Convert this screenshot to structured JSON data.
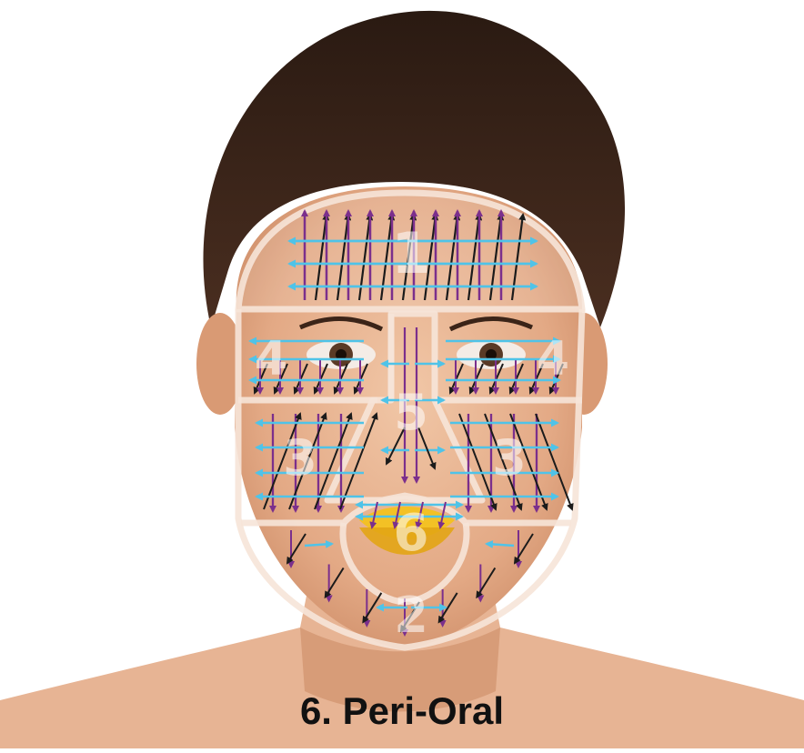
{
  "caption": "6. Peri-Oral",
  "zones": [
    {
      "id": "1",
      "label": "1",
      "name": "forehead"
    },
    {
      "id": "4L",
      "label": "4",
      "name": "left-eye"
    },
    {
      "id": "4R",
      "label": "4",
      "name": "right-eye"
    },
    {
      "id": "5",
      "label": "5",
      "name": "nose"
    },
    {
      "id": "3L",
      "label": "3",
      "name": "left-cheek"
    },
    {
      "id": "3R",
      "label": "3",
      "name": "right-cheek"
    },
    {
      "id": "6",
      "label": "6",
      "name": "peri-oral"
    },
    {
      "id": "2",
      "label": "2",
      "name": "chin-jaw"
    }
  ],
  "colors": {
    "arrow_purple": "#7b2f8c",
    "arrow_black": "#1b1b1b",
    "arrow_cyan": "#4fc3e8",
    "zone_outline": "#f6e4d8",
    "highlight_yellow": "#f4c21a"
  }
}
